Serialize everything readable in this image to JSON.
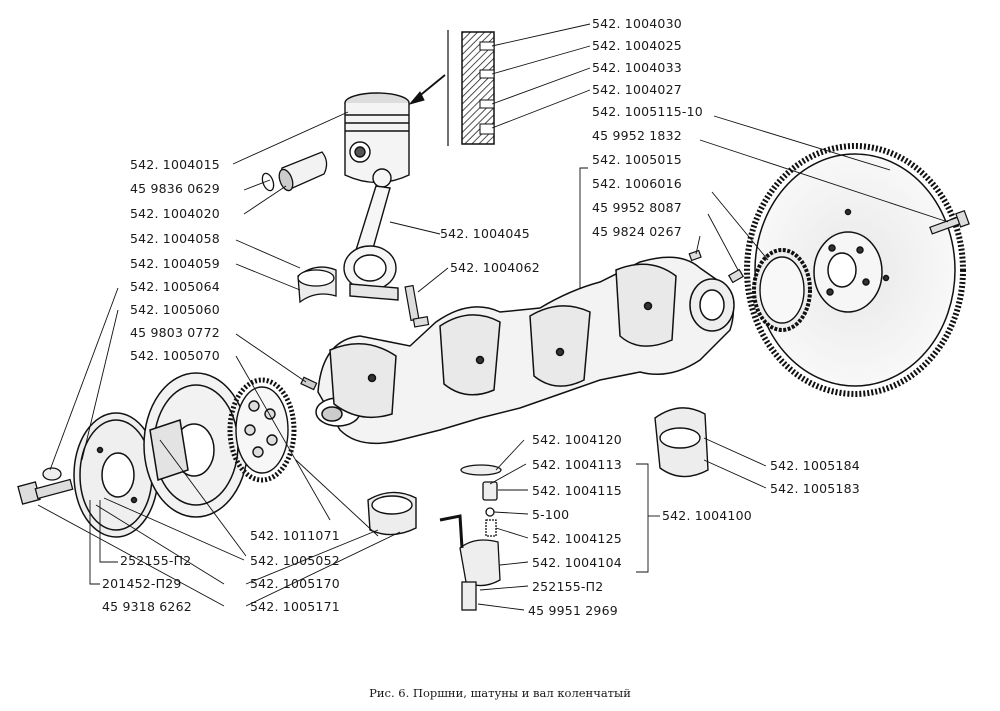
{
  "diagram": {
    "caption": "Рис. 6.  Поршни, шатуны и вал коленчатый",
    "labels": {
      "p_030": "542. 1004030",
      "p_025": "542. 1004025",
      "p_033": "542. 1004033",
      "p_027": "542. 1004027",
      "p_5115": "542. 1005115-10",
      "p_1832": "45 9952 1832",
      "p_5015": "542. 1005015",
      "p_6016": "542. 1006016",
      "p_8087": "45 9952 8087",
      "p_0267": "45 9824 0267",
      "p_015": "542. 1004015",
      "p_0629": "45 9836 0629",
      "p_020": "542. 1004020",
      "p_045": "542. 1004045",
      "p_058": "542. 1004058",
      "p_062": "542. 1004062",
      "p_059": "542. 1004059",
      "p_5064": "542. 1005064",
      "p_5060": "542. 1005060",
      "p_0772": "45 9803 0772",
      "p_5070": "542. 1005070",
      "p_120": "542. 1004120",
      "p_113": "542. 1004113",
      "p_115": "542. 1004115",
      "p_5100": "5-100",
      "p_125": "542. 1004125",
      "p_104": "542. 1004104",
      "p_252a": "252155-П2",
      "p_2969": "45 9951 2969",
      "p_100": "542. 1004100",
      "p_5184": "542. 1005184",
      "p_5183": "542. 1005183",
      "p_1071": "542. 1011071",
      "p_252b": "252155-П2",
      "p_5052": "542. 1005052",
      "p_201": "201452-П29",
      "p_5170": "542. 1005170",
      "p_6262": "45 9318 6262",
      "p_5171": "542. 1005171"
    }
  }
}
